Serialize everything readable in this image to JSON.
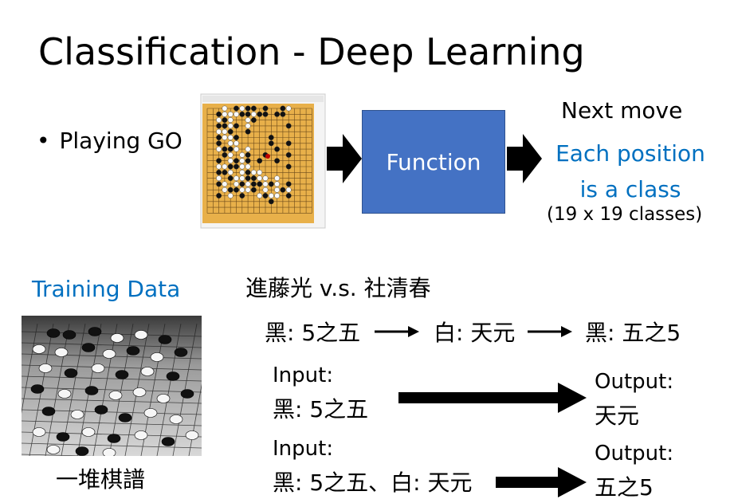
{
  "slide": {
    "title": "Classification - Deep Learning",
    "bullet": "Playing GO",
    "function_label": "Function",
    "next_move": "Next move",
    "each_position_line1": "Each position",
    "each_position_line2": "is a class",
    "classes_note": "(19 x 19 classes)",
    "training_data": "Training Data",
    "pile_of_records": "一堆棋譜",
    "game_title": "進藤光 v.s. 社清春",
    "sequence": [
      "黑: 5之五",
      "白: 天元",
      "黑: 五之5"
    ],
    "example1": {
      "input_label": "Input:",
      "input_value": "黑: 5之五",
      "output_label": "Output:",
      "output_value": "天元"
    },
    "example2": {
      "input_label": "Input:",
      "input_value": "黑: 5之五、白: 天元",
      "output_label": "Output:",
      "output_value": "五之5"
    }
  },
  "colors": {
    "accent_blue": "#0070C0",
    "box_blue": "#4472C4",
    "board_wood": "#E8B04A"
  },
  "icons": [
    "go-board-image",
    "go-photo-image",
    "right-arrow-icon"
  ]
}
